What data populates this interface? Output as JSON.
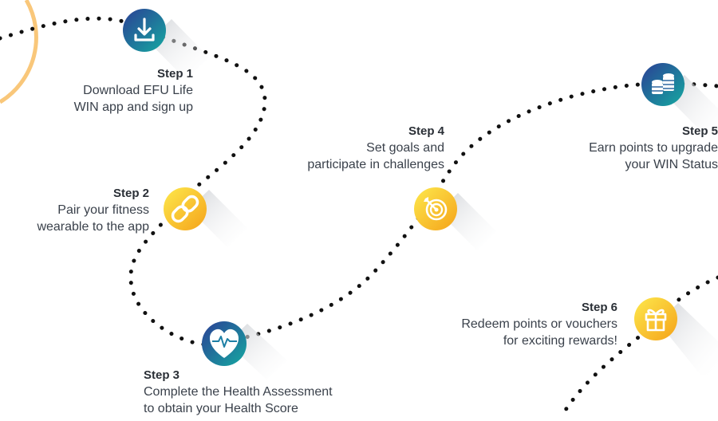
{
  "steps": [
    {
      "title": "Step 1",
      "desc": "Download EFU Life\nWIN app and sign up",
      "icon": "download-icon"
    },
    {
      "title": "Step 2",
      "desc": "Pair your fitness\nwearable to the app",
      "icon": "link-icon"
    },
    {
      "title": "Step 3",
      "desc": "Complete the Health Assessment\nto obtain your Health Score",
      "icon": "heart-pulse-icon"
    },
    {
      "title": "Step 4",
      "desc": "Set goals and\nparticipate in challenges",
      "icon": "target-icon"
    },
    {
      "title": "Step 5",
      "desc": "Earn points to upgrade\nyour WIN Status",
      "icon": "coins-icon"
    },
    {
      "title": "Step 6",
      "desc": "Redeem points or vouchers\nfor exciting rewards!",
      "icon": "gift-icon"
    }
  ],
  "colors": {
    "blue_start": "#1d3f8f",
    "blue_end": "#16a6a0",
    "yellow_start": "#fde44a",
    "yellow_end": "#f7a51c",
    "dots": "#111111",
    "ring": "#f8c879"
  }
}
